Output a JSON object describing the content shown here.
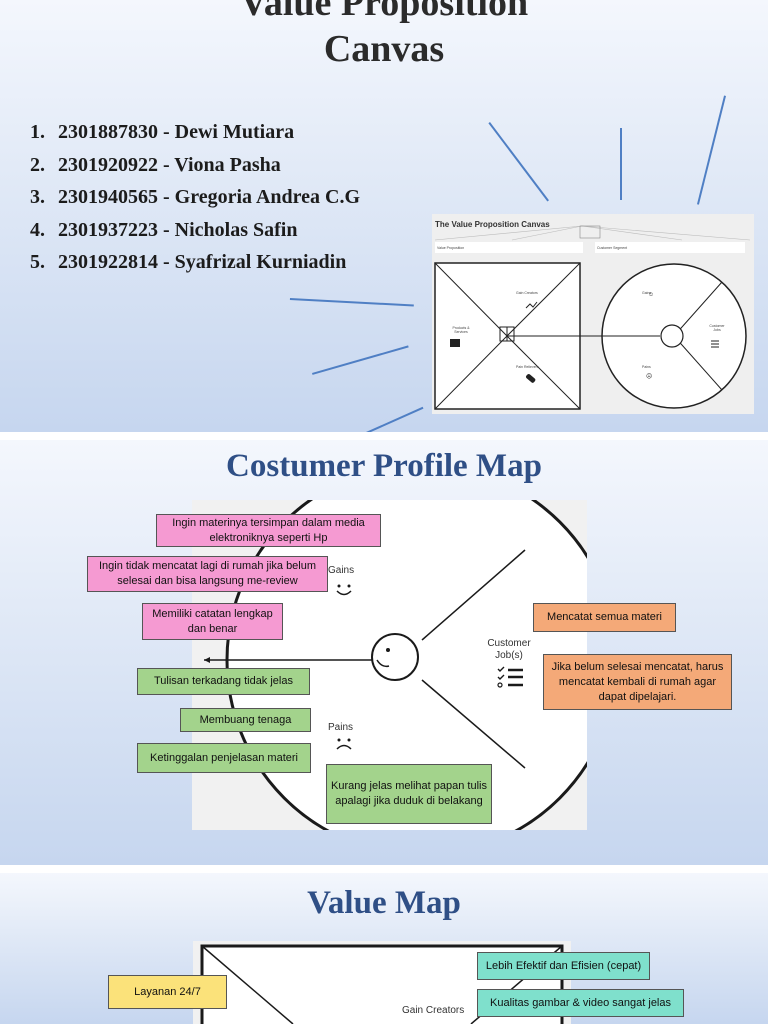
{
  "slide1": {
    "title_line1": "Value Proposition",
    "title_line2": "Canvas",
    "members": [
      {
        "num": "1.",
        "text": "2301887830 - Dewi Mutiara"
      },
      {
        "num": "2.",
        "text": "2301920922 - Viona Pasha"
      },
      {
        "num": "3.",
        "text": "2301940565 - Gregoria Andrea C.G"
      },
      {
        "num": "4.",
        "text": "2301937223 - Nicholas Safin"
      },
      {
        "num": "5.",
        "text": "2301922814 - Syafrizal Kurniadin"
      }
    ],
    "thumbnail": {
      "title": "The Value Proposition Canvas",
      "value_proposition": "Value Proposition",
      "customer_segment": "Customer Segment",
      "gain_creators": "Gain Creators",
      "products_services": "Products & Services",
      "pain_relievers": "Pain Relievers",
      "gains": "Gains",
      "customer_jobs": "Customer Jobs",
      "pains": "Pains"
    }
  },
  "slide2": {
    "title": "Costumer Profile Map",
    "gains_label": "Gains",
    "pains_label": "Pains",
    "jobs_label_1": "Customer",
    "jobs_label_2": "Job(s)",
    "notes": {
      "gain1": "Ingin materinya tersimpan dalam media elektroniknya seperti Hp",
      "gain2": "Ingin tidak mencatat lagi di rumah jika belum selesai dan bisa langsung me-review",
      "gain3": "Memiliki catatan lengkap dan benar",
      "job1": "Mencatat semua materi",
      "job2": "Jika belum selesai mencatat, harus mencatat kembali di rumah agar dapat dipelajari.",
      "pain1": "Tulisan terkadang tidak jelas",
      "pain2": "Membuang tenaga",
      "pain3": "Ketinggalan penjelasan materi",
      "pain4": "Kurang jelas melihat papan tulis apalagi jika duduk di belakang"
    }
  },
  "slide3": {
    "title": "Value Map",
    "gain_creators_label": "Gain Creators",
    "notes": {
      "service": "Layanan 24/7",
      "gain1": "Lebih Efektif dan Efisien (cepat)",
      "gain2": "Kualitas gambar & video sangat jelas"
    }
  },
  "colors": {
    "title_blue": "#2f4f86",
    "note_pink": "#f59ad2",
    "note_green": "#a3d38c",
    "note_orange": "#f4a978",
    "note_teal": "#7fe0cc",
    "note_yellow": "#fbe27a"
  }
}
